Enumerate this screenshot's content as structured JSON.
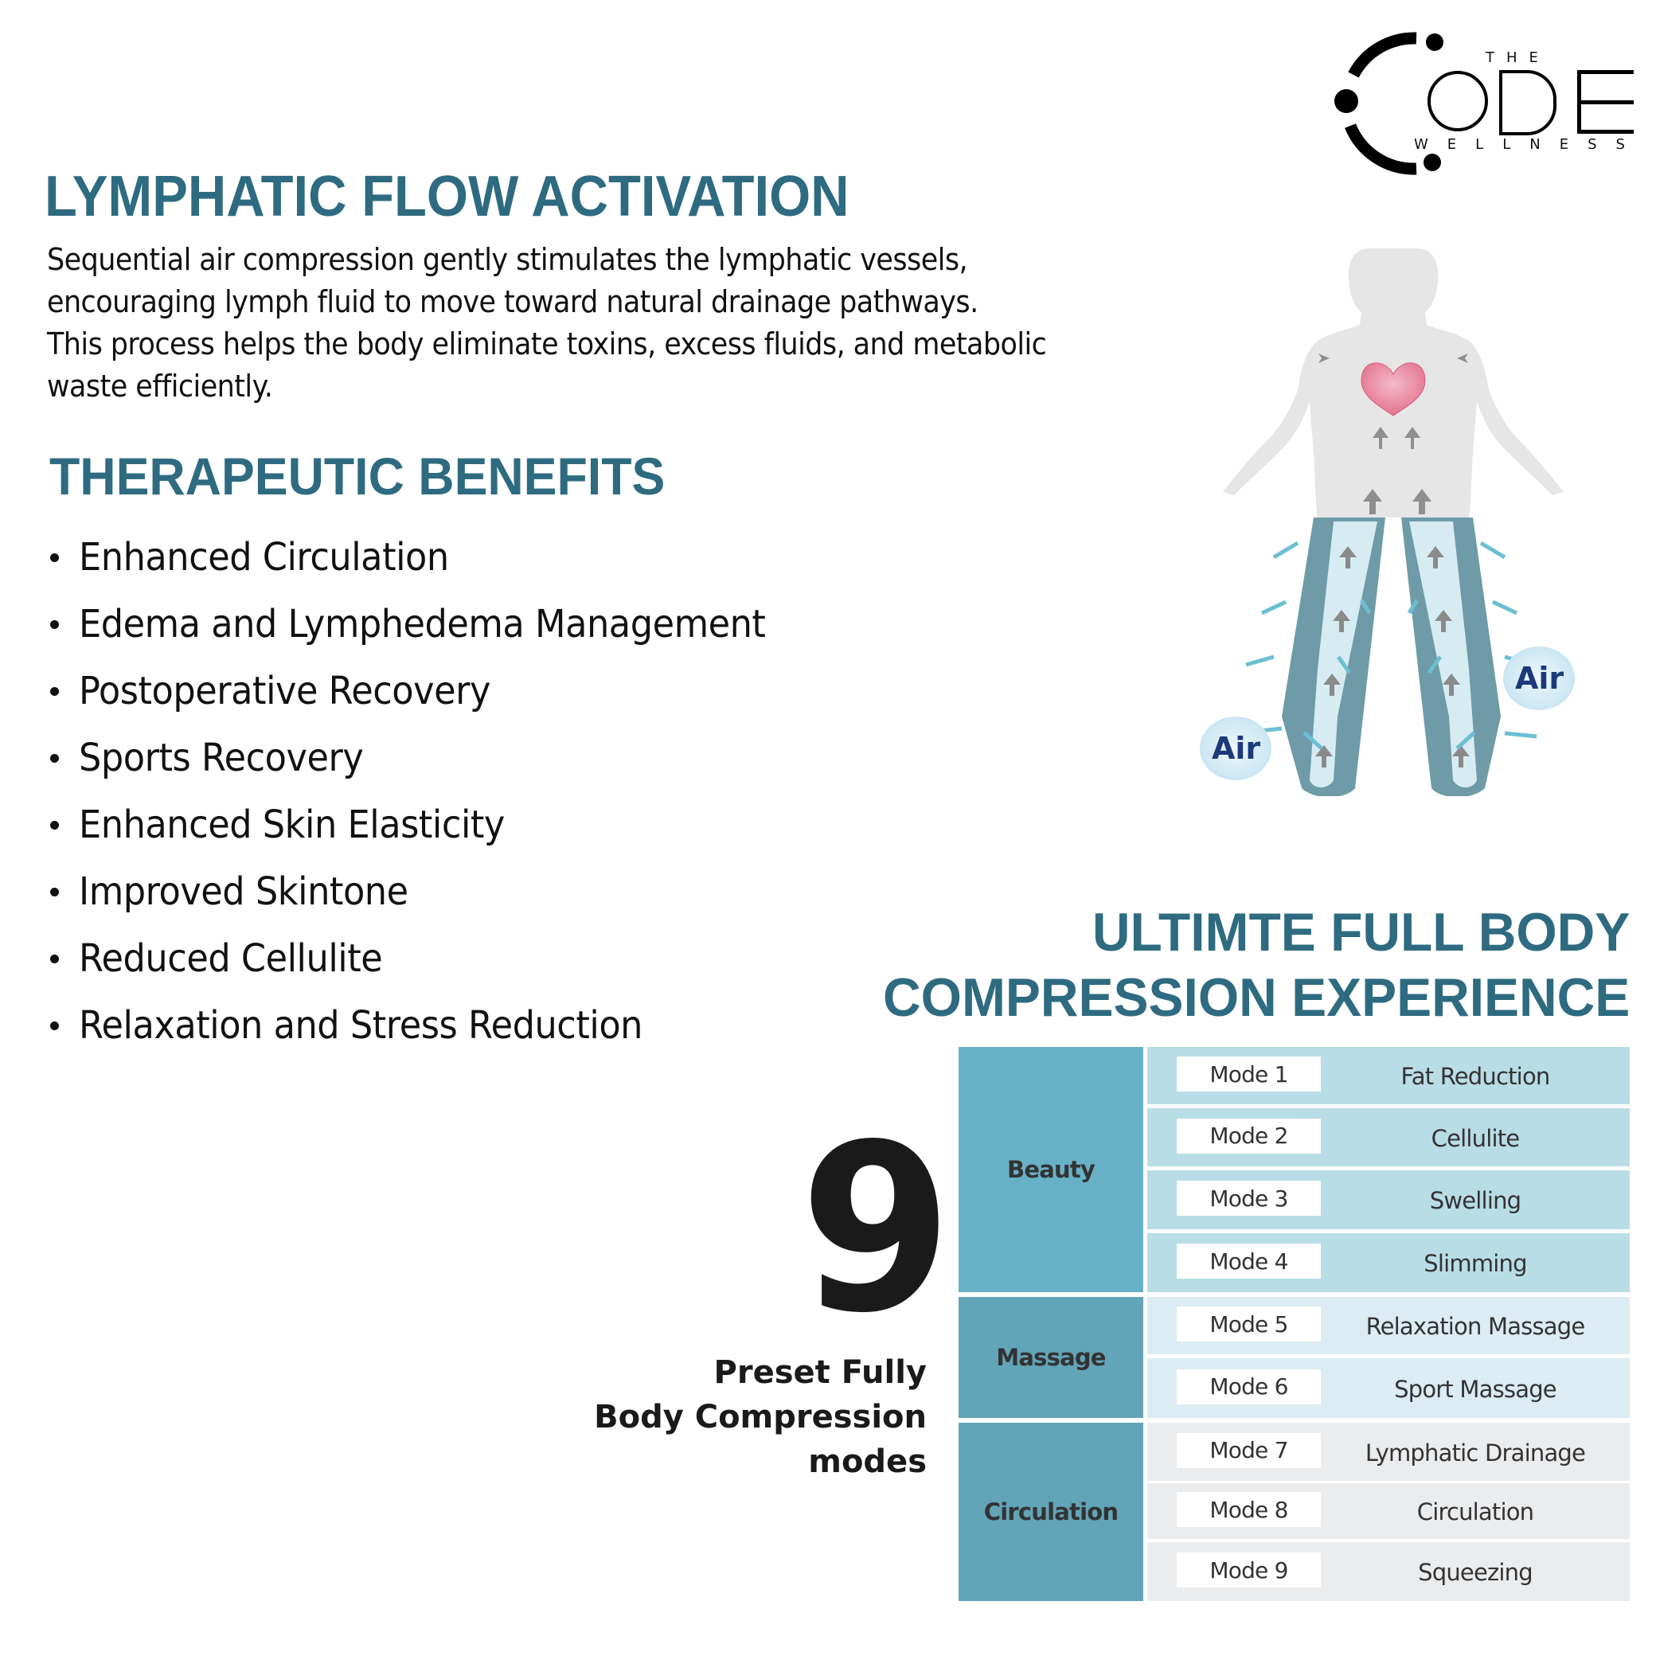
{
  "brand": {
    "logo_top": "THE",
    "logo_main": "CODE",
    "logo_bottom": "WELLNESS"
  },
  "colors": {
    "heading": "#2e6b80",
    "beauty_category": "#67b1c6",
    "beauty_rows": "#b9dde6",
    "massage_category": "#62a4b8",
    "massage_rows": "#dbecf2",
    "circulation_category": "#62a4b8",
    "circulation_rows": "#ebecee",
    "heart": "#e87a9c",
    "cuff": "#6e9ba7",
    "air_bubble": "#cde8f4",
    "air_text": "#1c3a7a"
  },
  "section1": {
    "title": "LYMPHATIC FLOW ACTIVATION",
    "paragraph_lines": [
      "Sequential air compression gently stimulates the lymphatic vessels,",
      "encouraging lymph fluid to move toward natural drainage pathways.",
      "This process helps the body eliminate toxins, excess fluids, and metabolic",
      "waste efficiently."
    ]
  },
  "section2": {
    "title": "THERAPEUTIC BENEFITS",
    "benefits": [
      "Enhanced Circulation",
      "Edema and Lymphedema Management",
      "Postoperative Recovery",
      "Sports Recovery",
      "Enhanced Skin Elasticity",
      "Improved Skintone",
      "Reduced Cellulite",
      "Relaxation and Stress Reduction"
    ]
  },
  "diagram": {
    "air_label_left": "Air",
    "air_label_right": "Air"
  },
  "section3": {
    "headline_lines": [
      "ULTIMTE FULL BODY",
      "COMPRESSION EXPERIENCE"
    ],
    "count": "9",
    "count_caption_lines": [
      "Preset Fully",
      "Body Compression",
      "modes"
    ]
  },
  "modes_table": {
    "categories": [
      {
        "name": "Beauty",
        "row_count": 4
      },
      {
        "name": "Massage",
        "row_count": 2
      },
      {
        "name": "Circulation",
        "row_count": 3
      }
    ],
    "rows": [
      {
        "mode": "Mode 1",
        "name": "Fat Reduction",
        "category": "Beauty"
      },
      {
        "mode": "Mode 2",
        "name": "Cellulite",
        "category": "Beauty"
      },
      {
        "mode": "Mode 3",
        "name": "Swelling",
        "category": "Beauty"
      },
      {
        "mode": "Mode 4",
        "name": "Slimming",
        "category": "Beauty"
      },
      {
        "mode": "Mode 5",
        "name": "Relaxation Massage",
        "category": "Massage"
      },
      {
        "mode": "Mode 6",
        "name": "Sport Massage",
        "category": "Massage"
      },
      {
        "mode": "Mode 7",
        "name": "Lymphatic Drainage",
        "category": "Circulation"
      },
      {
        "mode": "Mode 8",
        "name": "Circulation",
        "category": "Circulation"
      },
      {
        "mode": "Mode 9",
        "name": "Squeezing",
        "category": "Circulation"
      }
    ]
  }
}
